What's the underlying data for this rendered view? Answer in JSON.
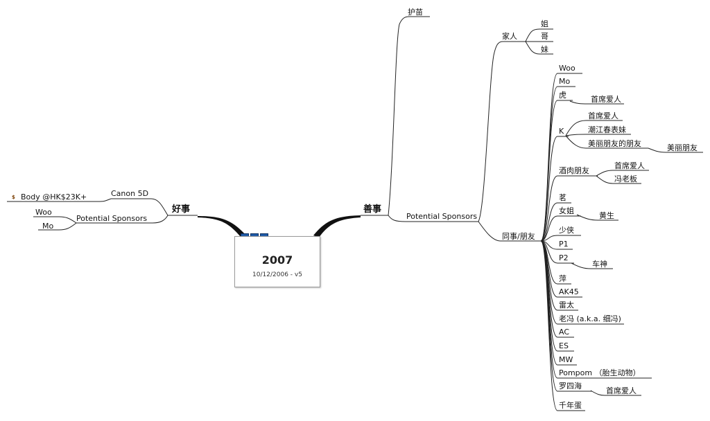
{
  "central": {
    "title": "2007",
    "subtitle": "10/12/2006 - v5"
  },
  "left": {
    "branch": "好事",
    "canon": "Canon 5D",
    "body": "Body @HK$23K+",
    "currency_icon": "$",
    "sponsors": "Potential Sponsors",
    "woo": "Woo",
    "mo": "Mo"
  },
  "right": {
    "branch": "善事",
    "hume": "护苗",
    "sponsors": "Potential Sponsors",
    "family": {
      "label": "家人",
      "items": [
        "姐",
        "哥",
        "妹"
      ]
    },
    "friends": {
      "label": "同事/朋友",
      "items": [
        "Woo",
        "Mo",
        "虎",
        "K",
        "酒肉朋友",
        "茗",
        "女姐",
        "少侠",
        "P1",
        "P2",
        "萍",
        "AK45",
        "雷太",
        "老冯 (a.k.a. 细冯)",
        "AC",
        "ES",
        "MW",
        "Pompom （胎生动物）",
        "罗四海",
        "千年蛋"
      ]
    },
    "sub": {
      "hu_partner": "首席爱人",
      "k_partner": "首席爱人",
      "k_cousin": "潮江春表妹",
      "k_friend_of_friend": "美丽朋友的朋友",
      "k_friend": "美丽朋友",
      "jr_partner": "首席爱人",
      "jr_boss": "冯老板",
      "nj_mr": "黄生",
      "p2_god": "车神",
      "lsh_partner": "首席爱人"
    }
  },
  "colors": {
    "line": "#222222",
    "connector": "#111111",
    "square": "#1e5aa8"
  }
}
